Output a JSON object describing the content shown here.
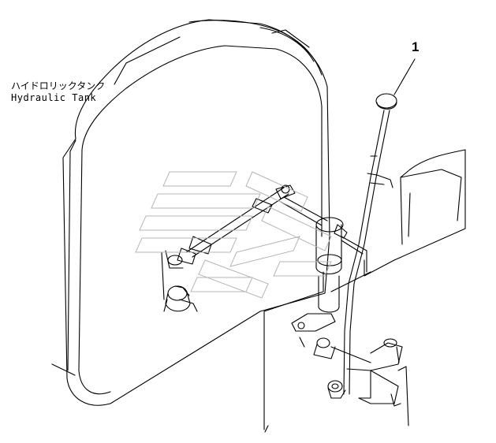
{
  "labels": {
    "tank_jp": "ハイドロリックタンク",
    "tank_en": "Hydraulic Tank",
    "part_callout": "1"
  },
  "colors": {
    "line": "#000000",
    "watermark": "#b0b0b0",
    "background": "#ffffff"
  }
}
